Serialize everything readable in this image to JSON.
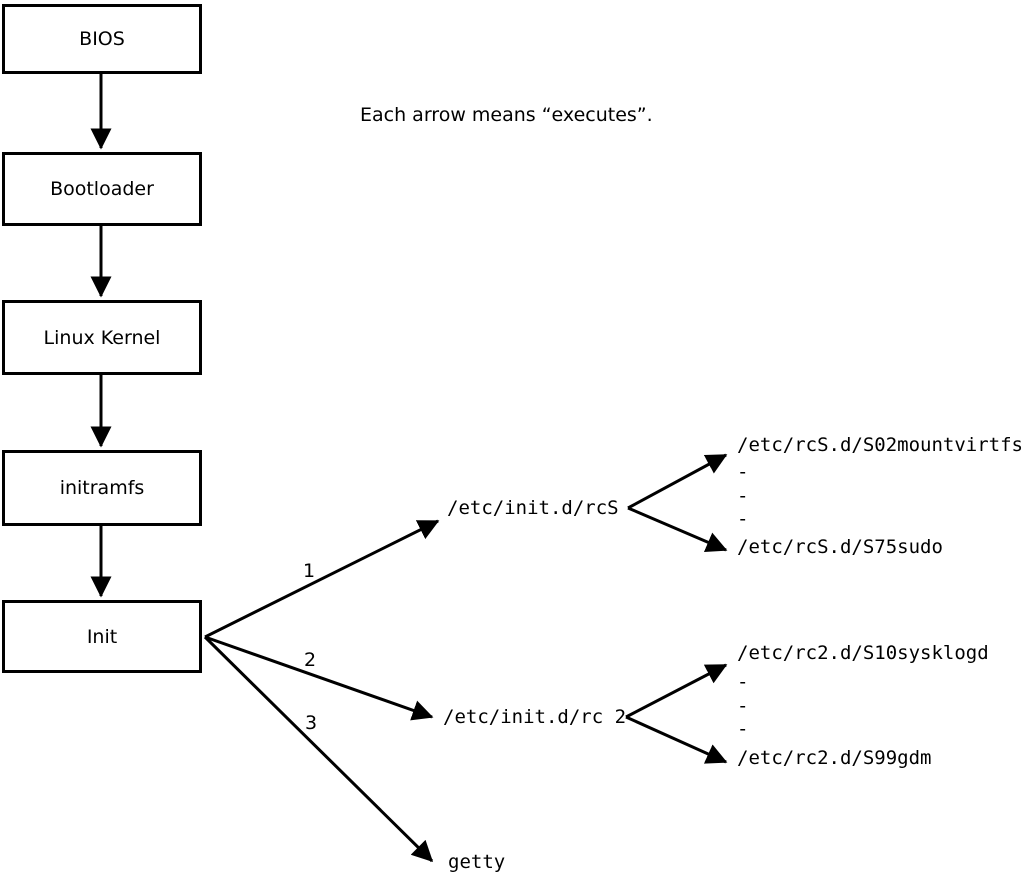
{
  "note": "Each arrow means “executes”.",
  "boxes": [
    {
      "id": "bios",
      "label": "BIOS"
    },
    {
      "id": "bootloader",
      "label": "Bootloader"
    },
    {
      "id": "linux-kernel",
      "label": "Linux Kernel"
    },
    {
      "id": "initramfs",
      "label": "initramfs"
    },
    {
      "id": "init",
      "label": "Init"
    }
  ],
  "branches": [
    {
      "number": "1",
      "target": "/etc/init.d/rcS",
      "children": [
        "/etc/rcS.d/S02mountvirtfs",
        "-",
        "-",
        "-",
        "/etc/rcS.d/S75sudo"
      ]
    },
    {
      "number": "2",
      "target": "/etc/init.d/rc 2",
      "children": [
        "/etc/rc2.d/S10sysklogd",
        "-",
        "-",
        "-",
        "/etc/rc2.d/S99gdm"
      ]
    },
    {
      "number": "3",
      "target": "getty",
      "children": []
    }
  ],
  "colors": {
    "line": "#000000",
    "background": "#ffffff"
  }
}
